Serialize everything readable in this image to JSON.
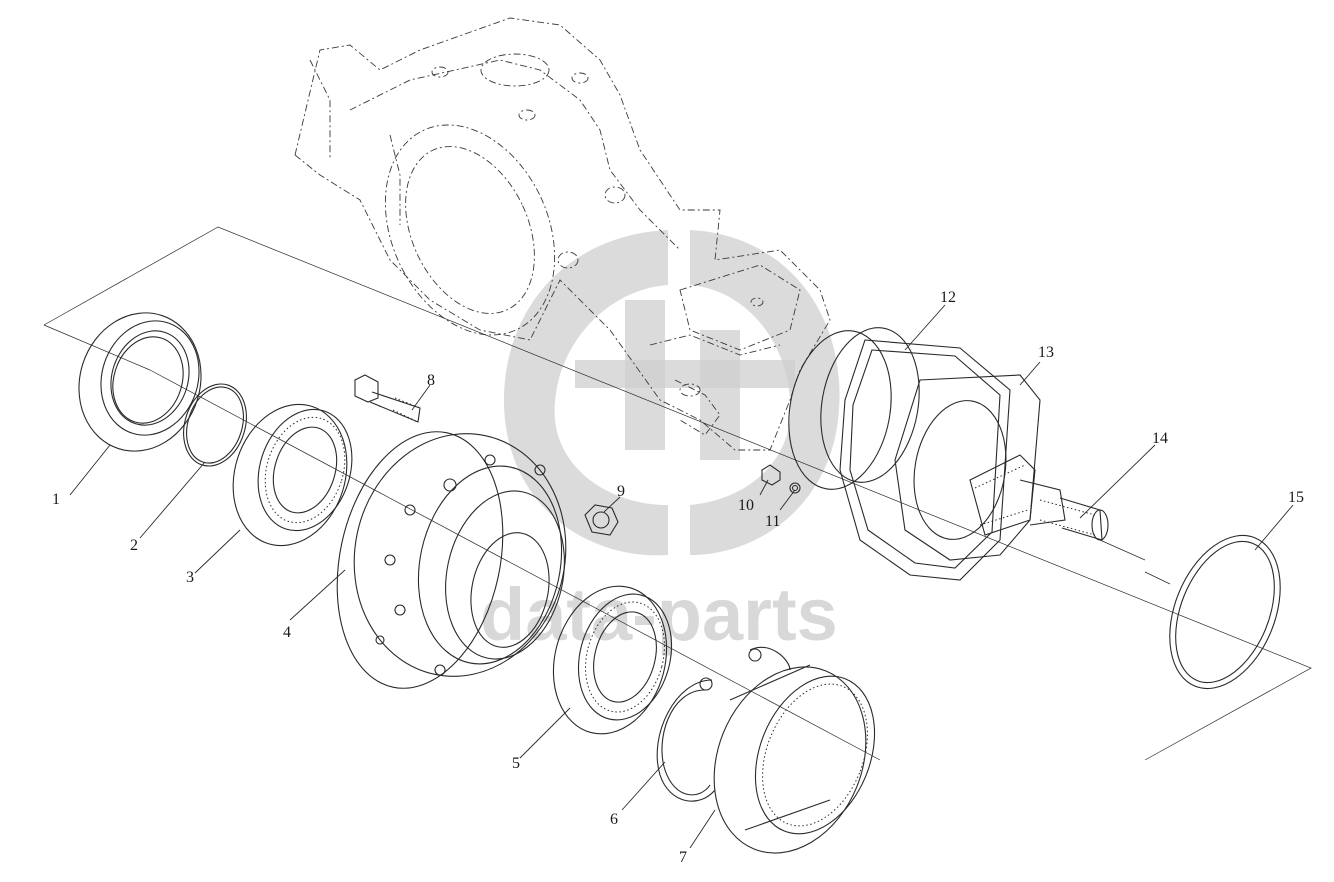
{
  "watermark": {
    "text": "data-parts",
    "color": "#cfcfcf"
  },
  "parts": [
    {
      "id": "1",
      "label": "1"
    },
    {
      "id": "2",
      "label": "2"
    },
    {
      "id": "3",
      "label": "3"
    },
    {
      "id": "4",
      "label": "4"
    },
    {
      "id": "5",
      "label": "5"
    },
    {
      "id": "6",
      "label": "6"
    },
    {
      "id": "7",
      "label": "7"
    },
    {
      "id": "8",
      "label": "8"
    },
    {
      "id": "9",
      "label": "9"
    },
    {
      "id": "10",
      "label": "10"
    },
    {
      "id": "11",
      "label": "11"
    },
    {
      "id": "12",
      "label": "12"
    },
    {
      "id": "13",
      "label": "13"
    },
    {
      "id": "14",
      "label": "14"
    },
    {
      "id": "15",
      "label": "15"
    }
  ]
}
